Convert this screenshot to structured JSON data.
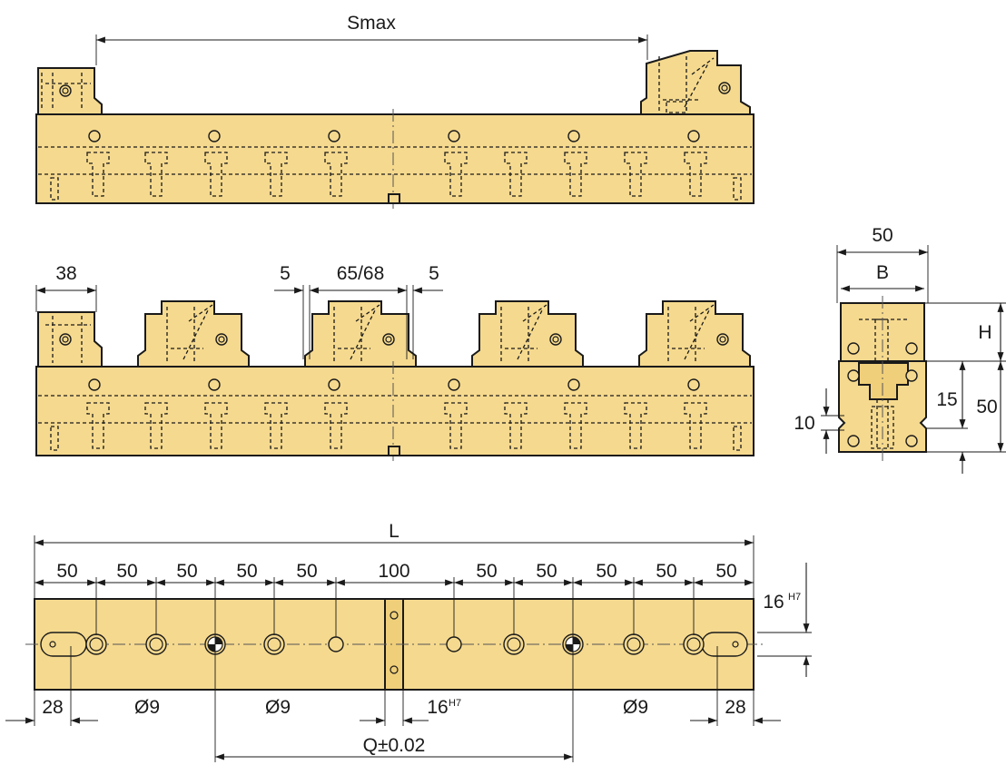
{
  "labels": {
    "smax": "Smax",
    "dim_38": "38",
    "dim_5_left": "5",
    "dim_65_68": "65/68",
    "dim_5_right": "5",
    "dim_50_top": "50",
    "dim_B": "B",
    "dim_H": "H",
    "dim_50_right": "50",
    "dim_15": "15",
    "dim_10": "10",
    "dim_L": "L",
    "pitch": [
      "50",
      "50",
      "50",
      "50",
      "50",
      "100",
      "50",
      "50",
      "50",
      "50",
      "50"
    ],
    "tol_16": "16",
    "tol_16_sup": "H7",
    "dim_28_left": "28",
    "dim_28_right": "28",
    "dia_1": "Ø9",
    "dia_2": "Ø9",
    "dia_3": "Ø9",
    "slot_16": "16",
    "slot_16_sup": "H7",
    "q_tol": "Q±0.02"
  },
  "colors": {
    "part_fill": "#f5d98e",
    "outline": "#1a1a1a"
  }
}
